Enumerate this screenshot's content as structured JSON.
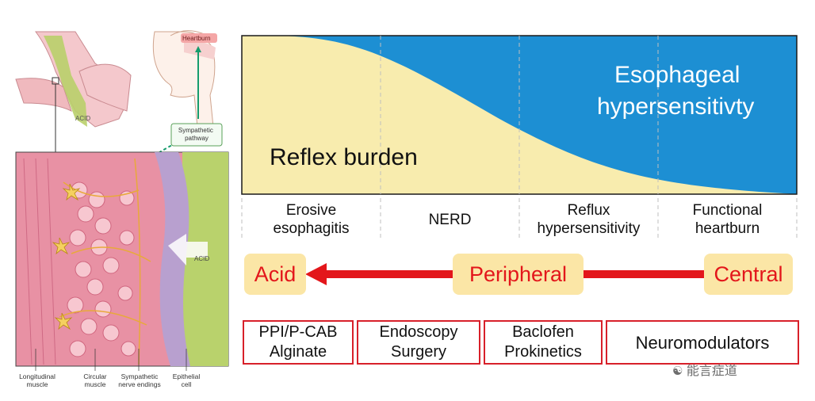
{
  "anatomy": {
    "heartburn_label": "Heartburn",
    "acid_label_top": "ACID",
    "sympathetic_pathway_label": "Sympathetic pathway",
    "acid_label_tissue": "ACID",
    "bottom_labels": [
      "Longitudinal muscle",
      "Circular muscle",
      "Sympathetic nerve endings",
      "Epithelial cell"
    ]
  },
  "spectrum": {
    "reflex_label": "Reflex burden",
    "hyper_label_line1": "Esophageal",
    "hyper_label_line2": "hypersensitivty",
    "colors": {
      "reflex": "#f8ecae",
      "hyper": "#1d8fd3"
    }
  },
  "categories": [
    {
      "line1": "Erosive",
      "line2": "esophagitis"
    },
    {
      "line1": "NERD",
      "line2": ""
    },
    {
      "line1": "Reflux",
      "line2": "hypersensitivity"
    },
    {
      "line1": "Functional",
      "line2": "heartburn"
    }
  ],
  "axis": {
    "left": "Acid",
    "middle": "Peripheral",
    "right": "Central",
    "arrow_color": "#e3161b"
  },
  "treatments": [
    {
      "line1": "PPI/P-CAB",
      "line2": "Alginate"
    },
    {
      "line1": "Endoscopy",
      "line2": "Surgery"
    },
    {
      "line1": "Baclofen",
      "line2": "Prokinetics"
    },
    {
      "line1": "Neuromodulators",
      "line2": ""
    }
  ],
  "watermark": "能言症道"
}
